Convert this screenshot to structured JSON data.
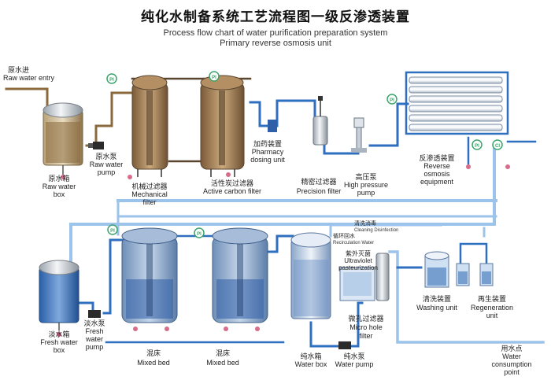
{
  "title": {
    "zh": "纯化水制备系统工艺流程图一级反渗透装置",
    "en_line1": "Process flow chart of water purification preparation system",
    "en_line2": "Primary reverse osmosis unit"
  },
  "colors": {
    "pipe_blue": "#2f6fc0",
    "pipe_light": "#9cc3ea",
    "raw_water": "#8a6a3c",
    "tank_blue": "#3b72b8",
    "gauge_green": "#3aa46a"
  },
  "gauge_text": "PI",
  "conductivity_text": "CI",
  "labels": {
    "raw_entry": {
      "zh": "原水进",
      "en": "Raw water entry"
    },
    "raw_box": {
      "zh": "原水箱",
      "en1": "Raw water",
      "en2": "box"
    },
    "raw_pump": {
      "zh": "原水泵",
      "en1": "Raw water",
      "en2": "pump"
    },
    "mech_filter": {
      "zh": "机械过滤器",
      "en1": "Mechanical",
      "en2": "filter"
    },
    "carbon_filter": {
      "zh": "活性炭过滤器",
      "en": "Active carbon filter"
    },
    "pharmacy": {
      "zh": "加药装置",
      "en1": "Pharmacy",
      "en2": "dosing unit"
    },
    "precision": {
      "zh": "精密过滤器",
      "en": "Precision filter"
    },
    "hp_pump": {
      "zh": "高压泵",
      "en1": "High pressure",
      "en2": "pump"
    },
    "ro": {
      "zh": "反渗透装置",
      "en1": "Reverse",
      "en2": "osmosis",
      "en3": "equipment"
    },
    "fresh_box": {
      "zh": "淡水箱",
      "en1": "Fresh water",
      "en2": "box"
    },
    "fresh_pump": {
      "zh": "淡水泵",
      "en1": "Fresh",
      "en2": "water",
      "en3": "pump"
    },
    "mixed_bed_1": {
      "zh": "混床",
      "en": "Mixed bed"
    },
    "mixed_bed_2": {
      "zh": "混床",
      "en": "Mixed bed"
    },
    "cleaning": {
      "zh": "清洗消毒",
      "en": "Cleaning Disinfection"
    },
    "recirc": {
      "zh": "循环回水",
      "en": "Recirculation Water"
    },
    "uv": {
      "zh": "紫外灭菌",
      "en1": "Ultraviolet",
      "en2": "pasteurization"
    },
    "micro": {
      "zh": "微孔过滤器",
      "en1": "Micro hole",
      "en2": "filter"
    },
    "pure_box": {
      "zh": "纯水箱",
      "en": "Water box"
    },
    "pure_pump": {
      "zh": "纯水泵",
      "en": "Water pump"
    },
    "washing": {
      "zh": "清洗装置",
      "en": "Washing unit"
    },
    "regen": {
      "zh": "再生装置",
      "en1": "Regeneration",
      "en2": "unit"
    },
    "consumption": {
      "zh": "用水点",
      "en1": "Water",
      "en2": "consumption",
      "en3": "point"
    }
  }
}
